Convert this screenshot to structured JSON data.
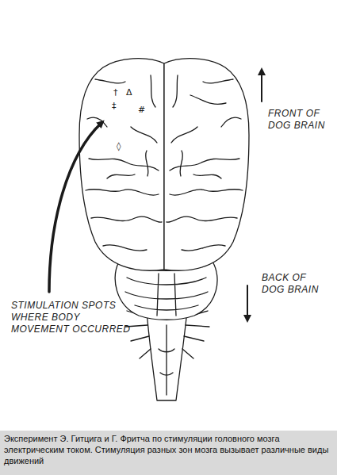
{
  "diagram": {
    "caption": "Эксперимент Э. Гитцига и Г. Фритча по стимуляции головного мозга электрическим током. Стимуляция разных зон мозга вызывает различные виды движений",
    "labels": [
      "FRONT OF DOG BRAIN",
      "†",
      "Δ",
      "‡",
      "#",
      "◊",
      "STIMULATION SPOTS WHERE BODY MOVEMENT OCCURRED",
      "BACK OF DOG BRAIN"
    ]
  }
}
